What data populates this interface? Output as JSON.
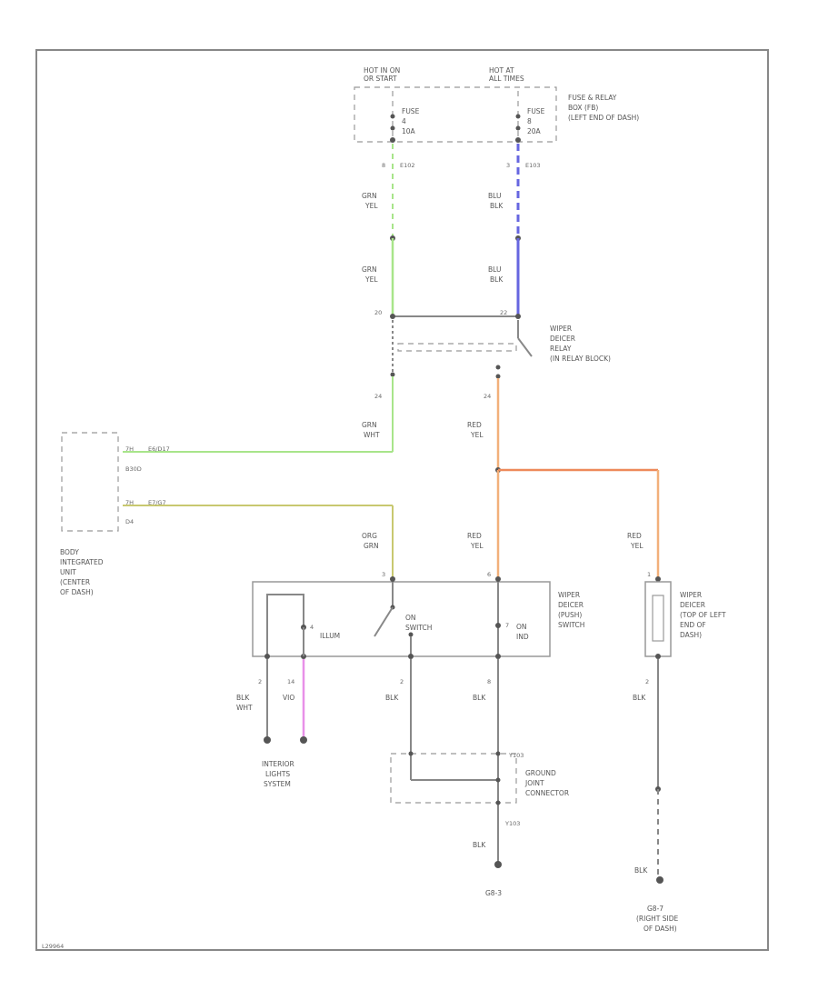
{
  "fuse_box": {
    "supply_left": [
      "HOT IN ON",
      "OR START"
    ],
    "supply_right": [
      "HOT AT",
      "ALL TIMES"
    ],
    "fuse_left": [
      "FUSE",
      "4",
      "10A"
    ],
    "fuse_right": [
      "FUSE",
      "8",
      "20A"
    ],
    "label": [
      "FUSE & RELAY",
      "BOX (FB)",
      "(LEFT END OF DASH)"
    ],
    "pin_left": "8",
    "conn_left": "E102",
    "pin_right": "3",
    "conn_right": "E103"
  },
  "wires": {
    "grn_yel": [
      "GRN",
      "YEL"
    ],
    "blu_blk": [
      "BLU",
      "BLK"
    ],
    "grn_wht": [
      "GRN",
      "WHT"
    ],
    "red_yel": [
      "RED",
      "YEL"
    ],
    "org_grn": [
      "ORG",
      "GRN"
    ],
    "blk_wht": [
      "BLK",
      "WHT"
    ],
    "vio": "VIO",
    "blk": "BLK"
  },
  "relay": {
    "pin_a": "20",
    "pin_b": "22",
    "pin_c": "24",
    "pin_d": "24",
    "label": [
      "WIPER",
      "DEICER",
      "RELAY",
      "(IN RELAY BLOCK)"
    ]
  },
  "bicm": {
    "conn1": "7H",
    "pin1": "E6/D17",
    "sig1": "B30D",
    "conn2": "7H",
    "pin2": "E7/G7",
    "sig2": "D4",
    "label": [
      "BODY",
      "INTEGRATED",
      "UNIT",
      "(CENTER",
      "OF DASH)"
    ]
  },
  "switch": {
    "pin_a": "3",
    "pin_b": "6",
    "pin_illum": "4",
    "illum": "ILLUM",
    "switch_label": [
      "ON",
      "SWITCH"
    ],
    "indicator_pin": "7",
    "indicator_label": [
      "ON",
      "IND"
    ],
    "pin_bottom_1": "2",
    "pin_bottom_2": "14",
    "pin_bottom_3": "2",
    "pin_bottom_4": "8",
    "label": [
      "WIPER",
      "DEICER",
      "(PUSH)",
      "SWITCH"
    ]
  },
  "deicer": {
    "pin_top": "1",
    "pin_bottom": "2",
    "label": [
      "WIPER",
      "DEICER",
      "(TOP OF LEFT",
      "END OF",
      "DASH)"
    ]
  },
  "interior": [
    "INTERIOR",
    "LIGHTS",
    "SYSTEM"
  ],
  "ground": {
    "connector": "Y103",
    "connector_bottom": "Y103",
    "label": [
      "GROUND",
      "JOINT",
      "CONNECTOR"
    ],
    "g1": "G8-3",
    "g2": "G8-7",
    "g2_label": [
      "(RIGHT SIDE",
      "OF DASH)"
    ]
  },
  "colors": {
    "grn": "#a8e58a",
    "blu": "#6666e0",
    "red_yel": "#f2b07a",
    "red_right": "#ee8a5a",
    "org_grn": "#c8c870",
    "vio": "#e890e8",
    "frame": "#888888"
  },
  "footer": "L29964"
}
